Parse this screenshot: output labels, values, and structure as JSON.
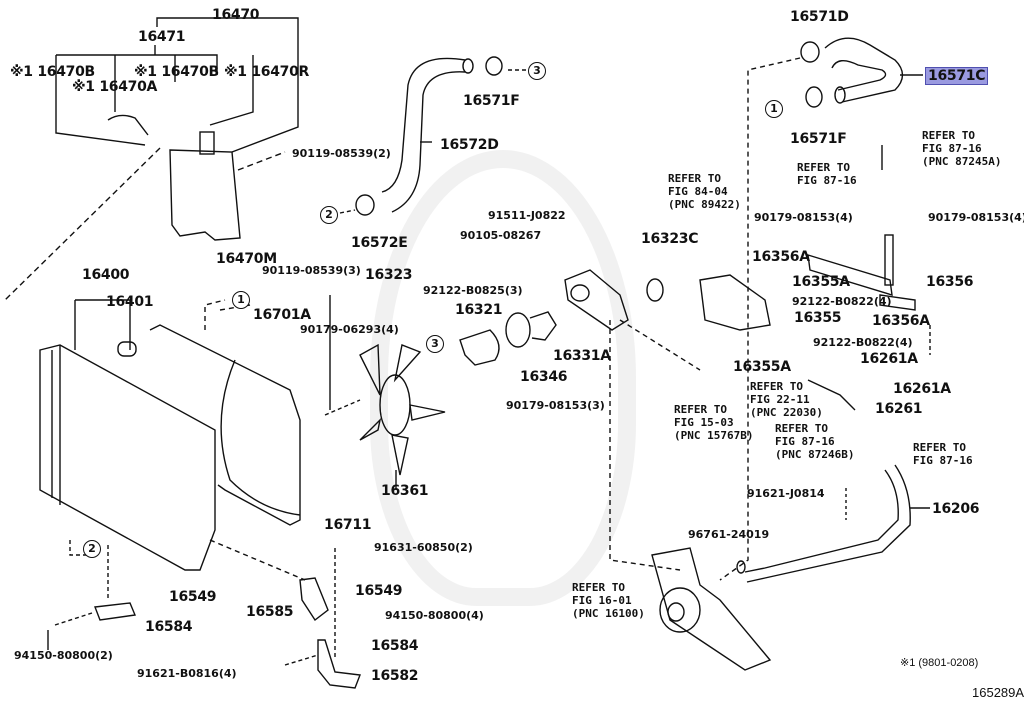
{
  "diagram": {
    "type": "exploded-parts-diagram",
    "highlight_color": "#9a9ae0",
    "illustration_id": "165289A",
    "footnote": "※1 (9801-0208)",
    "callouts": [
      "1",
      "2",
      "3"
    ],
    "part_labels": {
      "p16470": "16470",
      "p16471": "16471",
      "p16470B_a": "※1 16470B",
      "p16470A": "※1 16470A",
      "p16470B_b": "※1 16470B",
      "p16470R": "※1 16470R",
      "p90119_2": "90119-08539(2)",
      "p16470M": "16470M",
      "p90119_3": "90119-08539(3)",
      "p16572D": "16572D",
      "p16572E": "16572E",
      "p16571F_top": "16571F",
      "p16571D": "16571D",
      "p16571C": "16571C",
      "p16571F_right": "16571F",
      "p91511": "91511-J0822",
      "p90105": "90105-08267",
      "p16323": "16323",
      "p92122_0825": "92122-B0825(3)",
      "p16323C": "16323C",
      "p16321": "16321",
      "p16331A": "16331A",
      "p16346": "16346",
      "p90179_3": "90179-08153(3)",
      "p90179_4a": "90179-08153(4)",
      "p90179_4b": "90179-08153(4)",
      "p16356A_a": "16356A",
      "p16355A_a": "16355A",
      "p92122_0822a": "92122-B0822(4)",
      "p16355": "16355",
      "p16356": "16356",
      "p16356A_b": "16356A",
      "p92122_0822b": "92122-B0822(4)",
      "p16355A_b": "16355A",
      "p16261A_a": "16261A",
      "p16261A_b": "16261A",
      "p16261": "16261",
      "p16400": "16400",
      "p16401": "16401",
      "p16701A": "16701A",
      "p90179_06293": "90179-06293(4)",
      "p16361": "16361",
      "p16711": "16711",
      "p91631": "91631-60850(2)",
      "p16549_a": "16549",
      "p16549_b": "16549",
      "p16584_a": "16584",
      "p16584_b": "16584",
      "p16585": "16585",
      "p94150_4": "94150-80800(4)",
      "p94150_2": "94150-80800(2)",
      "p91621_B0816": "91621-B0816(4)",
      "p16582": "16582",
      "p91621_J0814": "91621-J0814",
      "p96761": "96761-24019",
      "p16206": "16206"
    },
    "references": {
      "r84_04": "REFER TO\nFIG 84-04\n(PNC 89422)",
      "r87_16_top": "REFER TO\nFIG 87-16\n(PNC 87245A)",
      "r87_16_mid": "REFER TO\nFIG 87-16",
      "r22_11": "REFER TO\nFIG 22-11\n(PNC 22030)",
      "r15_03": "REFER TO\nFIG 15-03\n(PNC 15767B)",
      "r87_16_b": "REFER TO\nFIG 87-16\n(PNC 87246B)",
      "r87_16_right": "REFER TO\nFIG 87-16",
      "r16_01": "REFER TO\nFIG 16-01\n(PNC 16100)"
    }
  }
}
